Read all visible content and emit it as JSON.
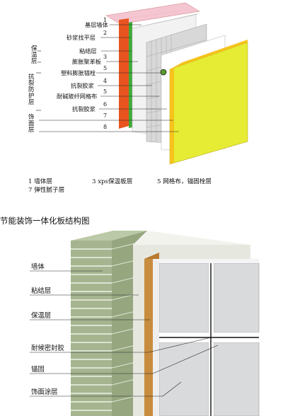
{
  "diagram1": {
    "layers": [
      {
        "num": "1",
        "label": "基层墙体"
      },
      {
        "num": "2",
        "label": "砂浆找平层"
      },
      {
        "num": "",
        "label": "粘结层"
      },
      {
        "num": "3",
        "label": "膨胀聚苯板"
      },
      {
        "num": "5",
        "label": "塑料膨胀锚栓"
      },
      {
        "num": "4",
        "label": "抗裂胶浆"
      },
      {
        "num": "5",
        "label": "耐碱玻纤网格布"
      },
      {
        "num": "6",
        "label": "抗裂胶浆"
      },
      {
        "num": "7",
        "label": ""
      },
      {
        "num": "8",
        "label": ""
      }
    ],
    "groups": [
      {
        "label": "保温层"
      },
      {
        "label": "抗裂防护层"
      },
      {
        "label": "饰面层"
      }
    ],
    "legend": [
      "1 墙体层",
      "3 xps保温板层",
      "5 网格布，锚固栓层",
      "7 弹性腻子层"
    ],
    "colors": {
      "wall": "#f4c6d2",
      "mortar": "#e8541f",
      "green": "#3faa39",
      "mesh": "#d8d8d8",
      "finish": "#e6ec33",
      "finish_edge": "#f6c21c"
    }
  },
  "diagram2": {
    "title": "节能装饰一体化板结构图",
    "labels": [
      {
        "label": "墙体"
      },
      {
        "label": "粘结层"
      },
      {
        "label": "保温层"
      },
      {
        "label": "耐候密封胶"
      },
      {
        "label": "锚固"
      },
      {
        "label": "饰面涂层"
      }
    ],
    "colors": {
      "brick": "#a6b590",
      "adhesive": "#e6e7df",
      "insulation": "#c78c3e",
      "panel": "#d9dadc"
    }
  }
}
